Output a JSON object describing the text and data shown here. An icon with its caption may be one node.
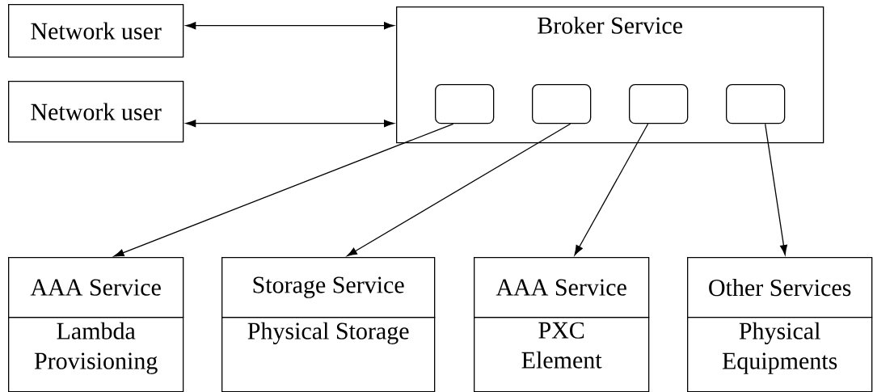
{
  "diagram": {
    "nodes": [
      {
        "text": [
          "Network user"
        ]
      },
      {
        "text": [
          "Network user"
        ]
      },
      {
        "text": [
          "Broker Service"
        ]
      },
      {
        "text": [],
        "shape": "box",
        "in": 2
      },
      {
        "text": [],
        "shape": "box",
        "in": 2
      },
      {
        "text": [],
        "shape": "box",
        "in": 2
      },
      {
        "text": [],
        "shape": "box",
        "in": 2
      },
      {
        "text": [
          "AAA Service"
        ]
      },
      {
        "text": [
          "Storage Service"
        ]
      },
      {
        "text": [
          "AAA Service"
        ]
      },
      {
        "text": [
          "Other Services"
        ]
      },
      {
        "text": [
          "Lambda Provisioning"
        ]
      },
      {
        "text": [
          "Physical Storage"
        ]
      },
      {
        "text": [
          "PXC Element"
        ]
      },
      {
        "text": [
          "Physical Equipments"
        ]
      }
    ],
    "edges": [
      {
        "from": 0,
        "to": 2,
        "arrow": "both"
      },
      {
        "from": 1,
        "to": 2,
        "arrow": "both"
      },
      {
        "from": 3,
        "to": 7,
        "arrow": "to"
      },
      {
        "from": 4,
        "to": 8,
        "arrow": "to"
      },
      {
        "from": 5,
        "to": 9,
        "arrow": "to"
      },
      {
        "from": 6,
        "to": 10,
        "arrow": "to"
      }
    ]
  }
}
